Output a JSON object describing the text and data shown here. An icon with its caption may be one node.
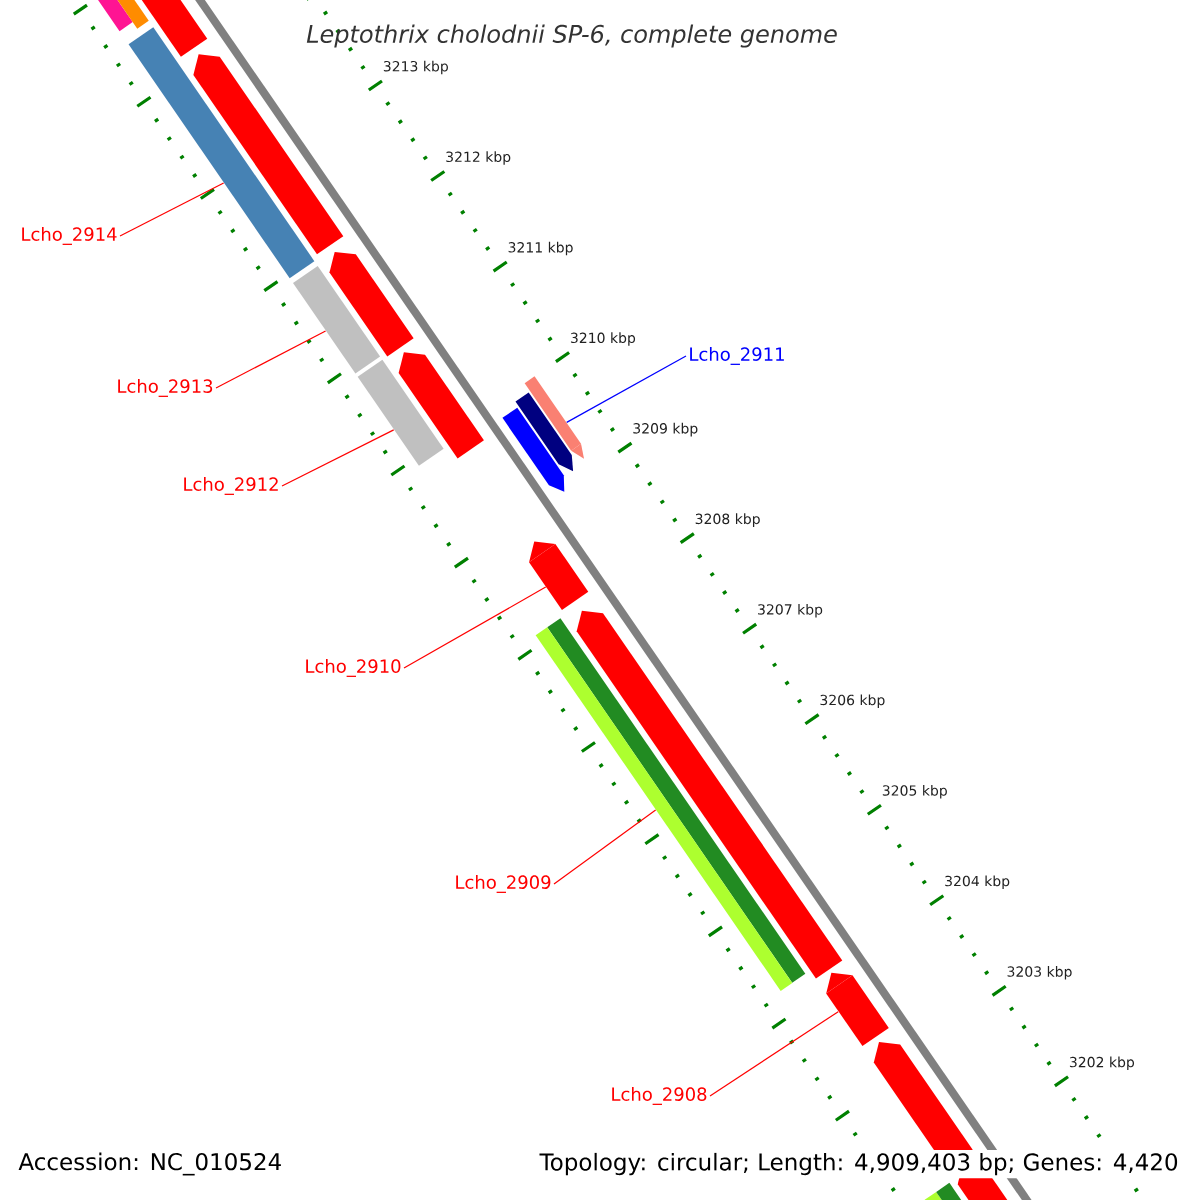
{
  "diagram": {
    "title": "*Leptothrix cholodnii* SP-6, complete genome",
    "nodes": [
      {
        "text": [
          "Lcho_2914"
        ]
      },
      {
        "text": [],
        "shape": "bar"
      },
      {
        "text": [
          "Lcho_2913"
        ]
      },
      {
        "text": [],
        "shape": "bar"
      },
      {
        "text": [
          "Lcho_2912"
        ]
      },
      {
        "text": [],
        "shape": "bar"
      },
      {
        "text": [
          "Lcho_2911"
        ]
      },
      {
        "text": [],
        "shape": "bar"
      },
      {
        "text": [
          "Lcho_2910"
        ]
      },
      {
        "text": [],
        "shape": "bar"
      },
      {
        "text": [
          "Lcho_2909"
        ]
      },
      {
        "text": [],
        "shape": "bar"
      },
      {
        "text": [
          "Lcho_2908"
        ]
      },
      {
        "text": [],
        "shape": "bar"
      }
    ],
    "edges": [
      {
        "from": 0,
        "to": 1,
        "arrow": "none"
      },
      {
        "from": 2,
        "to": 3,
        "arrow": "none"
      },
      {
        "from": 4,
        "to": 5,
        "arrow": "none"
      },
      {
        "from": 6,
        "to": 7,
        "arrow": "none",
        "color": "#0000ff"
      },
      {
        "from": 8,
        "to": 9,
        "arrow": "none"
      },
      {
        "from": 10,
        "to": 11,
        "arrow": "none"
      },
      {
        "from": 12,
        "to": 13,
        "arrow": "none"
      }
    ],
    "labels": [
      "3213 kbp",
      "3212 kbp",
      "3211 kbp",
      "3210 kbp",
      "3209 kbp",
      "3208 kbp",
      "3207 kbp",
      "3206 kbp",
      "3205 kbp",
      "3204 kbp",
      "3203 kbp",
      "3202 kbp",
      "Accession: NC_010524",
      "Topology: circular; Length: 4,909,403 bp; Genes: 4,420"
    ]
  }
}
